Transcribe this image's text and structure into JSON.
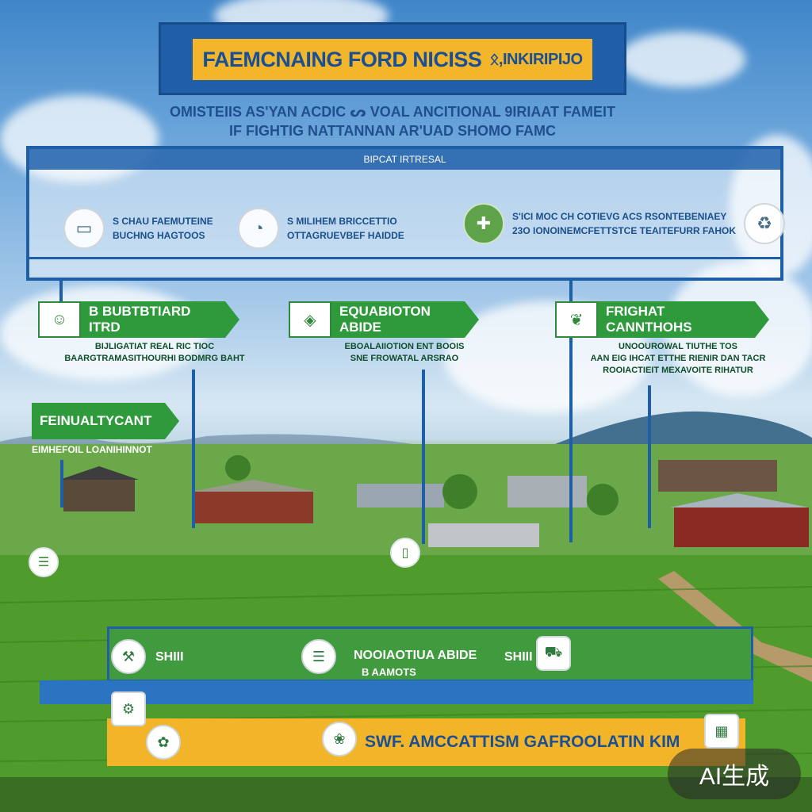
{
  "title": "FAEMCNAING FORD NICISS",
  "title_tail": "ᛟ,INKIRIPIJO",
  "subtitle_lines": [
    "OMISTEIIS AS'YAN ACDIC ᔕ VOAL ANCITIONAL 9IRIAAT FAMEIT",
    "IF FIGHTIG   NATTANNAN AR'UAD SHOMO FAMC"
  ],
  "panel": {
    "header": "BIPCAT IRTRESAL",
    "features": [
      {
        "line1": "S CHAU FAEMUTEINE",
        "line2": "BUCHNG HAGTOOS"
      },
      {
        "line1": "S MILIHEM BRICCETTIO",
        "line2": "OTTAGRUEVBEF HAIDDE"
      },
      {
        "line1": "S'ICI MOC CH COTIEVG ACS RSONTEBENIAEY",
        "line2": "23O IONOINEMCFETTSTCE TEAITEFURR FAHOK"
      }
    ]
  },
  "tags": [
    {
      "label": "B BUBTBTIARD ITRD",
      "sub1": "BIJLIGATIAT REAL RIC TIOC",
      "sub2": "BAARGTRAMASITHOURHI BODMRG BAHT"
    },
    {
      "label": "EQUABIOTON ABIDE",
      "sub1": "EBOALAIIOTION ENT BOOIS",
      "sub2": "SNE FROWATAL ARSRAO"
    },
    {
      "label": "FRIGHAT CANNTHOHS",
      "sub1": "UNOOUROWAL TIUTHE TOS",
      "sub2": "AAN EIG IHCAT ETTHE RIENIR DAN TACR",
      "sub3": "ROOIACTIEIT MEXAVOITE RIHATUR"
    },
    {
      "label": "FEINUALTYCANT",
      "sub1": "EIMHEFOIL LOANIHINNOT"
    }
  ],
  "bottom": {
    "green_left_label": "SHIII",
    "green_mid_label": "NOOIAOTIUA ABIDE",
    "green_mid_sub": "B AAMOTS",
    "green_right_label": "SHIII",
    "yellow_label": "SWF. AMCCATTISM GAFROOLATIN KIM"
  },
  "badge": "AI生成",
  "colors": {
    "blue": "#1f5fa8",
    "yellow": "#f3b52a",
    "green": "#2f9a3c"
  }
}
